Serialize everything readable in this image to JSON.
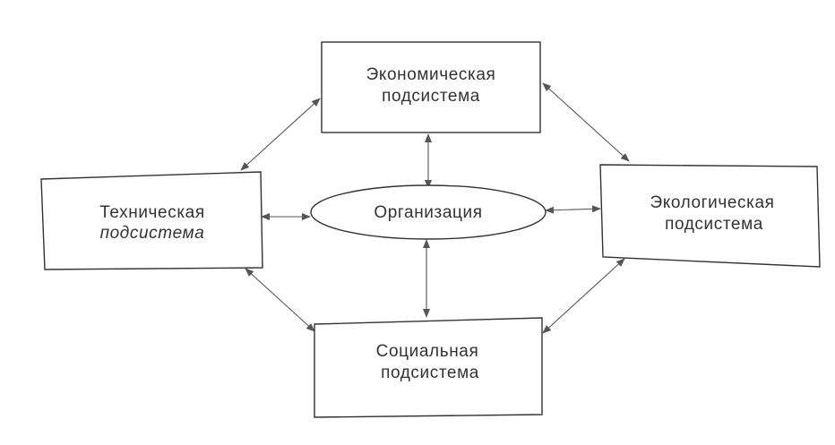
{
  "diagram": {
    "center": {
      "label": "Организация"
    },
    "economic": {
      "line1": "Экономическая",
      "line2": "подсистема"
    },
    "technical": {
      "line1": "Техническая",
      "line2": "подсистема"
    },
    "ecological": {
      "line1": "Экологическая",
      "line2": "подсистема"
    },
    "social": {
      "line1": "Социальная",
      "line2": "подсистема"
    }
  },
  "colors": {
    "stroke": "#333333",
    "arrow": "#555555",
    "background": "#ffffff"
  }
}
